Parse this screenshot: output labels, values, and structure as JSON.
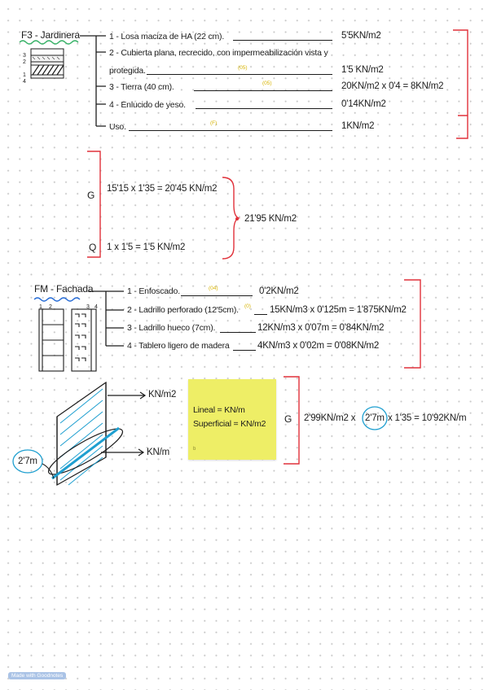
{
  "jardinera": {
    "title": "F3 - Jardinera",
    "legend_numbers": [
      "3",
      "2",
      "1",
      "4"
    ],
    "items": [
      {
        "label": "1 - Losa maciza de HA (22 cm).",
        "value": "5'5KN/m2"
      },
      {
        "label_line1": "2 - Cubierta plana, recrecido, con impermeabilización vista y",
        "label_line2": "protegida.",
        "tag": "(05)",
        "value": "1'5 KN/m2"
      },
      {
        "label": "3 - Tierra (40 cm).",
        "tag": "(05)",
        "value": "20KN/m2 x 0'4 = 8KN/m2"
      },
      {
        "label": "4 - Enlucido de yeso.",
        "value": "0'14KN/m2"
      },
      {
        "label": "Uso.",
        "tag": "(F)",
        "value": "1KN/m2"
      }
    ]
  },
  "combination": {
    "g_label": "G",
    "g_expr": "15'15 x 1'35 = 20'45 KN/m2",
    "q_label": "Q",
    "q_expr": "1 x 1'5 = 1'5 KN/m2",
    "total": "21'95 KN/m2"
  },
  "fachada": {
    "title": "FM - Fachada",
    "legend_left": [
      "1",
      "2"
    ],
    "legend_right": [
      "3",
      "4"
    ],
    "items": [
      {
        "label": "1 - Enfoscado.",
        "tag": "(04)",
        "value": "0'2KN/m2"
      },
      {
        "label": "2 - Ladrillo perforado (12'5cm).",
        "tag": "(0)",
        "value": "15KN/m3 x 0'125m = 1'875KN/m2"
      },
      {
        "label": "3 - Ladrillo hueco (7cm).",
        "value": "12KN/m3 x 0'07m = 0'84KN/m2"
      },
      {
        "label": "4 - Tablero ligero de madera",
        "value": "4KN/m3 x 0'02m = 0'08KN/m2"
      }
    ]
  },
  "sketch": {
    "label_area": "KN/m2",
    "label_line": "KN/m",
    "length": "2'7m"
  },
  "note": {
    "line1": "Lineal = KN/m",
    "line2": "Superficial = KN/m2",
    "corner": "b"
  },
  "final": {
    "g_label": "G",
    "expr_a": "2'99KN/m2 x",
    "expr_circled": "2'7m",
    "expr_b": "x 1'35 = 10'92KN/m"
  },
  "footer": {
    "badge": "Made with Goodnotes"
  },
  "colors": {
    "bracket": "#e0313a",
    "underline": "#3bb36a",
    "squiggle": "#2a6ed6",
    "highlight_tag": "#d8b400",
    "sticky": "#eeee66",
    "cyan": "#1e9fd0"
  }
}
